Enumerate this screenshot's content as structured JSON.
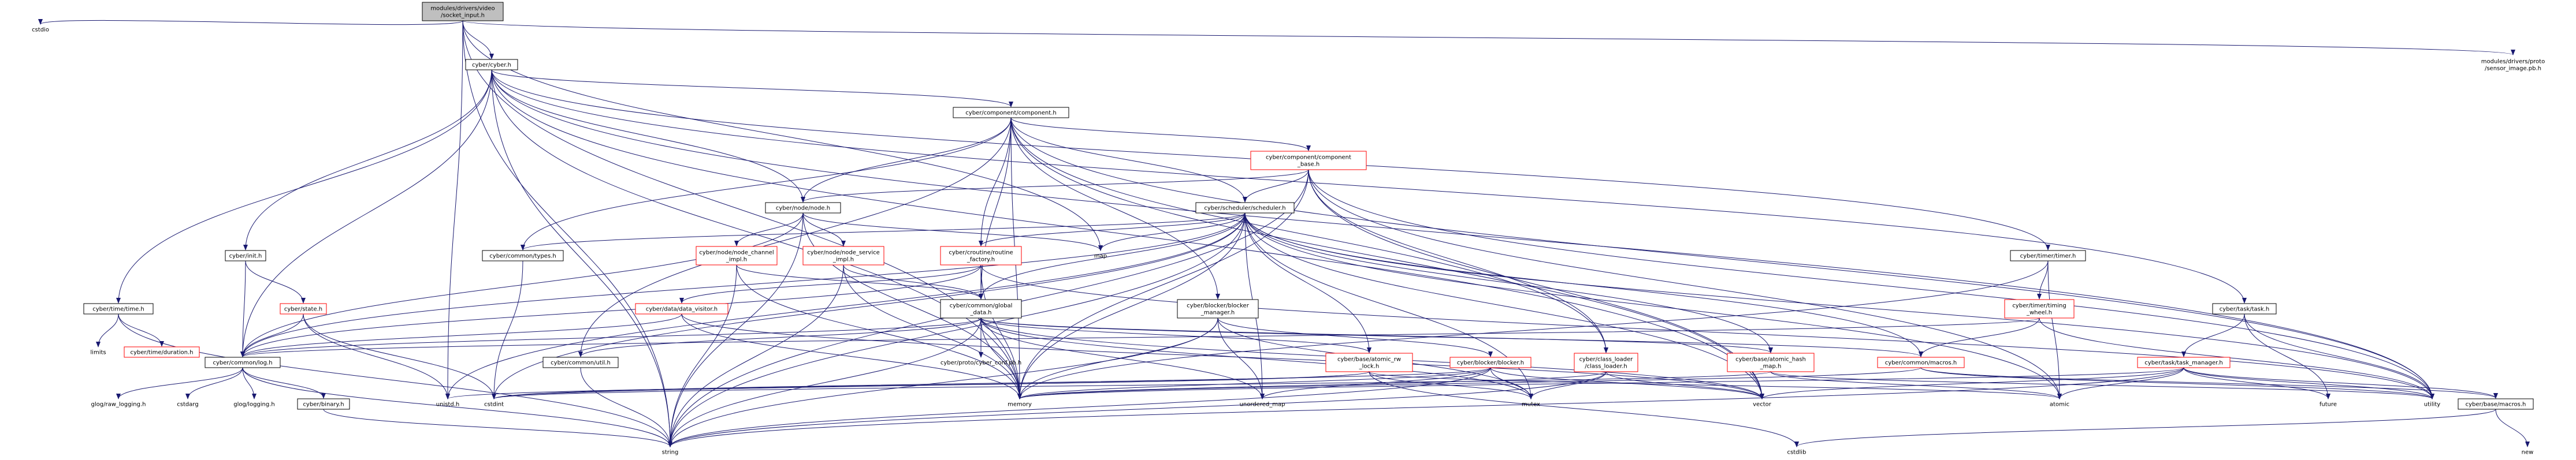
{
  "colors": {
    "edge": "#191970",
    "root_fill": "#bfbfbf",
    "root_border": "#000000",
    "node_border": "#000000",
    "incomplete_border": "#ff0000",
    "node_fill": "#ffffff",
    "text": "#000000"
  },
  "nodes": {
    "root": [
      "modules/drivers/video",
      "/socket_input.h"
    ],
    "cstdio": [
      "cstdio"
    ],
    "cyber_h": [
      "cyber/cyber.h"
    ],
    "sensor_image_pb": [
      "modules/drivers/proto",
      "/sensor_image.pb.h"
    ],
    "component_h": [
      "cyber/component/component.h"
    ],
    "component_base": [
      "cyber/component/component",
      "_base.h"
    ],
    "node_h": [
      "cyber/node/node.h"
    ],
    "scheduler_h": [
      "cyber/scheduler/scheduler.h"
    ],
    "init_h": [
      "cyber/init.h"
    ],
    "state_h": [
      "cyber/state.h"
    ],
    "types_h": [
      "cyber/common/types.h"
    ],
    "node_channel_impl": [
      "cyber/node/node_channel",
      "_impl.h"
    ],
    "node_service_impl": [
      "cyber/node/node_service",
      "_impl.h"
    ],
    "routine_factory": [
      "cyber/croutine/routine",
      "_factory.h"
    ],
    "map": [
      "map"
    ],
    "timer_h": [
      "cyber/timer/timer.h"
    ],
    "time_h": [
      "cyber/time/time.h"
    ],
    "limits": [
      "limits"
    ],
    "duration_h": [
      "cyber/time/duration.h"
    ],
    "data_visitor": [
      "cyber/data/data_visitor.h"
    ],
    "global_data": [
      "cyber/common/global",
      "_data.h"
    ],
    "blocker_manager": [
      "cyber/blocker/blocker",
      "_manager.h"
    ],
    "timing_wheel": [
      "cyber/timer/timing",
      "_wheel.h"
    ],
    "task_h": [
      "cyber/task/task.h"
    ],
    "log_h": [
      "cyber/common/log.h"
    ],
    "util_h": [
      "cyber/common/util.h"
    ],
    "cyber_conf_pb": [
      "cyber/proto/cyber_conf.pb.h"
    ],
    "atomic_rw_lock": [
      "cyber/base/atomic_rw",
      "_lock.h"
    ],
    "blocker_h": [
      "cyber/blocker/blocker.h"
    ],
    "class_loader": [
      "cyber/class_loader",
      "/class_loader.h"
    ],
    "atomic_hash_map": [
      "cyber/base/atomic_hash",
      "_map.h"
    ],
    "macros_common": [
      "cyber/common/macros.h"
    ],
    "task_manager": [
      "cyber/task/task_manager.h"
    ],
    "glog_raw_logging": [
      "glog/raw_logging.h"
    ],
    "cstdarg": [
      "cstdarg"
    ],
    "glog_logging": [
      "glog/logging.h"
    ],
    "binary_h": [
      "cyber/binary.h"
    ],
    "unistd_h": [
      "unistd.h"
    ],
    "cstdint": [
      "cstdint"
    ],
    "memory": [
      "memory"
    ],
    "unordered_map": [
      "unordered_map"
    ],
    "mutex": [
      "mutex"
    ],
    "vector": [
      "vector"
    ],
    "atomic": [
      "atomic"
    ],
    "future": [
      "future"
    ],
    "utility": [
      "utility"
    ],
    "macros_base": [
      "cyber/base/macros.h"
    ],
    "string": [
      "string"
    ],
    "cstdlib": [
      "cstdlib"
    ],
    "new": [
      "new"
    ]
  }
}
